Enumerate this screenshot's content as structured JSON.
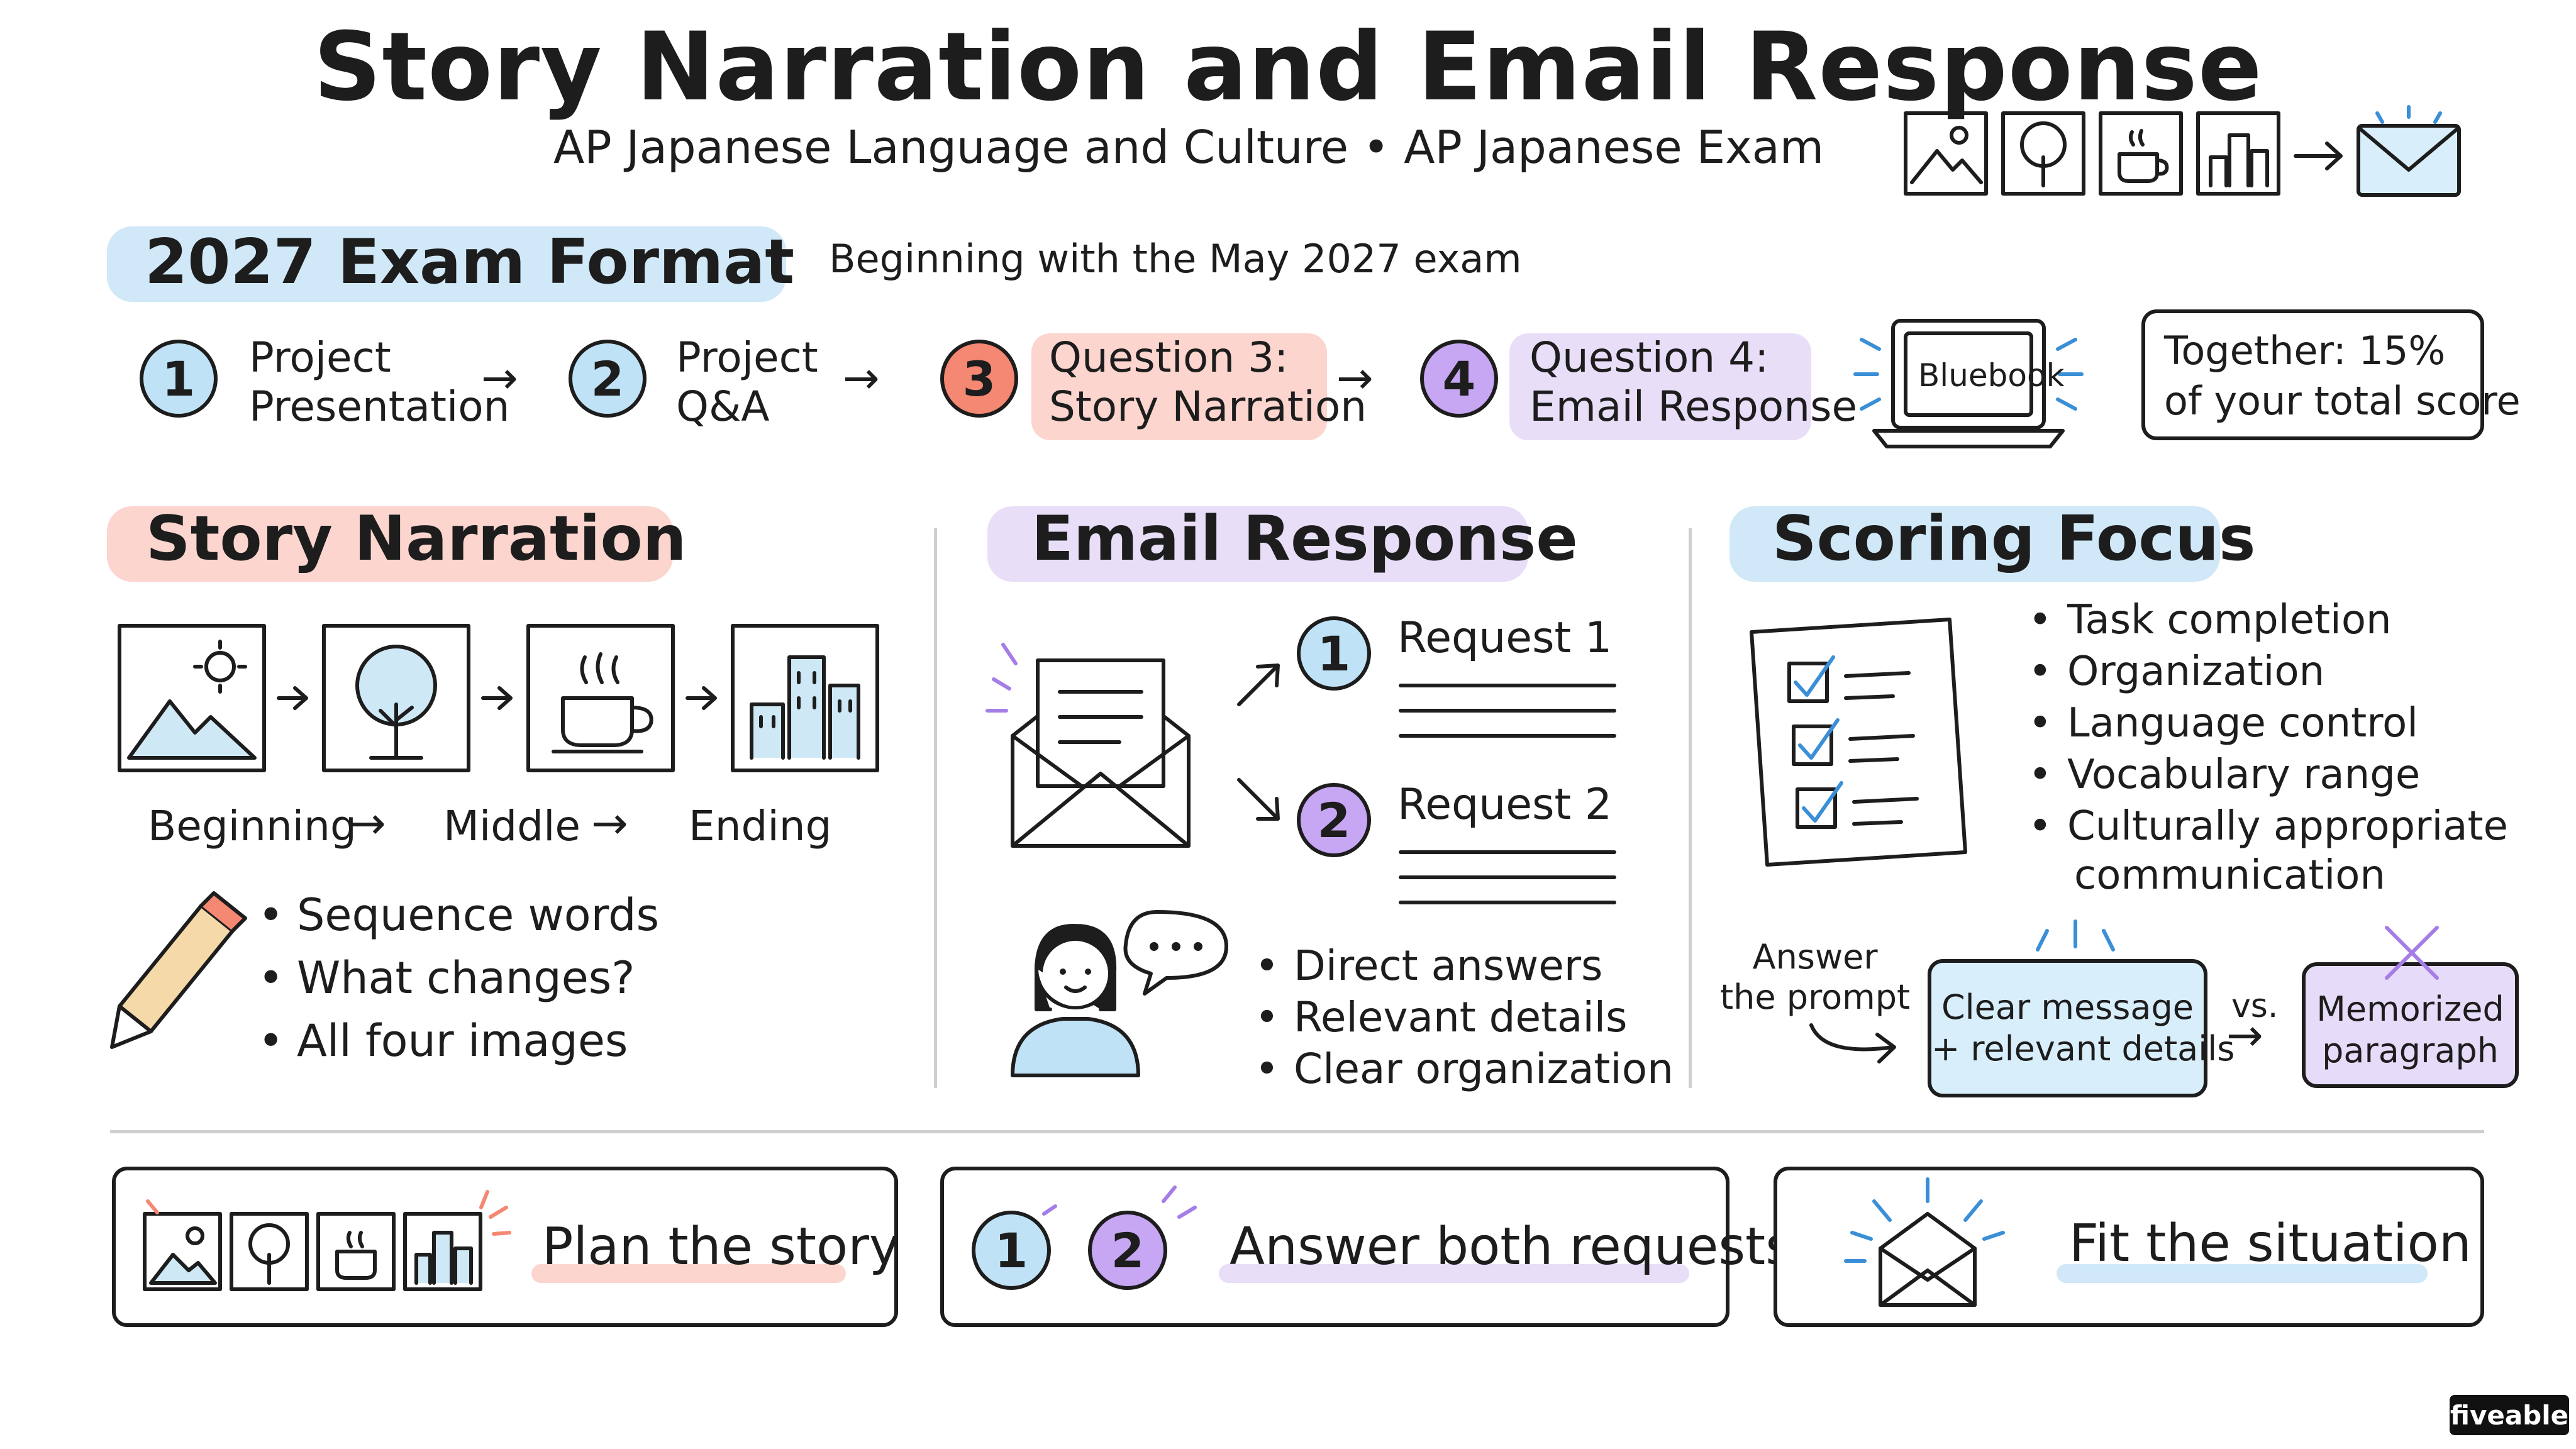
{
  "header": {
    "title": "Story Narration and Email Response",
    "subtitle": "AP Japanese Language and Culture • AP Japanese Exam"
  },
  "exam_format": {
    "title": "2027 Exam Format",
    "note": "Beginning with the May 2027 exam",
    "steps": [
      {
        "number": "1",
        "label_line1": "Project",
        "label_line2": "Presentation"
      },
      {
        "number": "2",
        "label_line1": "Project",
        "label_line2": "Q&A"
      },
      {
        "number": "3",
        "label_line1": "Question 3:",
        "label_line2": "Story Narration"
      },
      {
        "number": "4",
        "label_line1": "Question 4:",
        "label_line2": "Email Response"
      }
    ],
    "app_label": "Bluebook",
    "score_line1": "Together: 15%",
    "score_line2": "of your total score"
  },
  "story_narration": {
    "title": "Story Narration",
    "stages": [
      "Beginning",
      "Middle",
      "Ending"
    ],
    "bullets": [
      "Sequence words",
      "What changes?",
      "All four images"
    ]
  },
  "email_response": {
    "title": "Email Response",
    "requests": [
      {
        "number": "1",
        "label": "Request 1"
      },
      {
        "number": "2",
        "label": "Request 2"
      }
    ],
    "bullets": [
      "Direct answers",
      "Relevant details",
      "Clear organization"
    ]
  },
  "scoring_focus": {
    "title": "Scoring Focus",
    "bullets": [
      "Task completion",
      "Organization",
      "Language control",
      "Vocabulary range",
      "Culturally appropriate",
      "communication"
    ],
    "answer_prompt_line1": "Answer",
    "answer_prompt_line2": "the prompt",
    "good_line1": "Clear message",
    "good_line2": "+ relevant details",
    "vs": "vs.",
    "bad_line1": "Memorized",
    "bad_line2": "paragraph"
  },
  "tips": [
    {
      "label": "Plan the story",
      "number_1": "",
      "number_2": ""
    },
    {
      "label": "Answer both requests",
      "number_1": "1",
      "number_2": "2"
    },
    {
      "label": "Fit the situation"
    }
  ],
  "brand": "fiveable",
  "colors": {
    "blue": "#a9d6f0",
    "red": "#f48872",
    "purple": "#c7a6f3",
    "ink": "#1d1d1d"
  }
}
